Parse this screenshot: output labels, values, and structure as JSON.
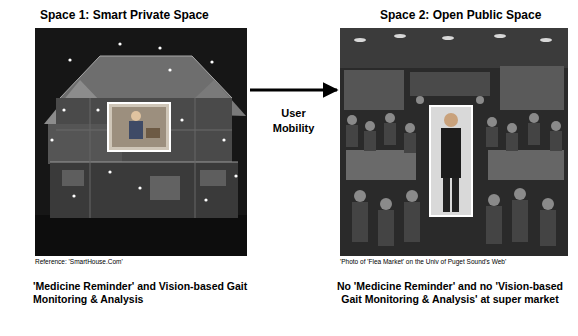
{
  "diagram": {
    "nodes": [
      {
        "text": [
          "Space 1: Smart Private Space"
        ]
      },
      {
        "text": [
          "Space 2: Open Public Space"
        ]
      }
    ],
    "edges": [
      {
        "from": 0,
        "to": 1,
        "label": "User Mobility",
        "arrow": "to"
      }
    ],
    "labels": [
      "Reference: 'SmartHouse.Com'",
      "'Photo of 'Flea Market' on the Univ of Puget Sound's Web'",
      "'Medicine Reminder' and Vision-based Gait Monitoring & Analysis",
      "No 'Medicine Reminder' and no 'Vision-based Gait Monitoring & Analysis' at super market"
    ]
  }
}
